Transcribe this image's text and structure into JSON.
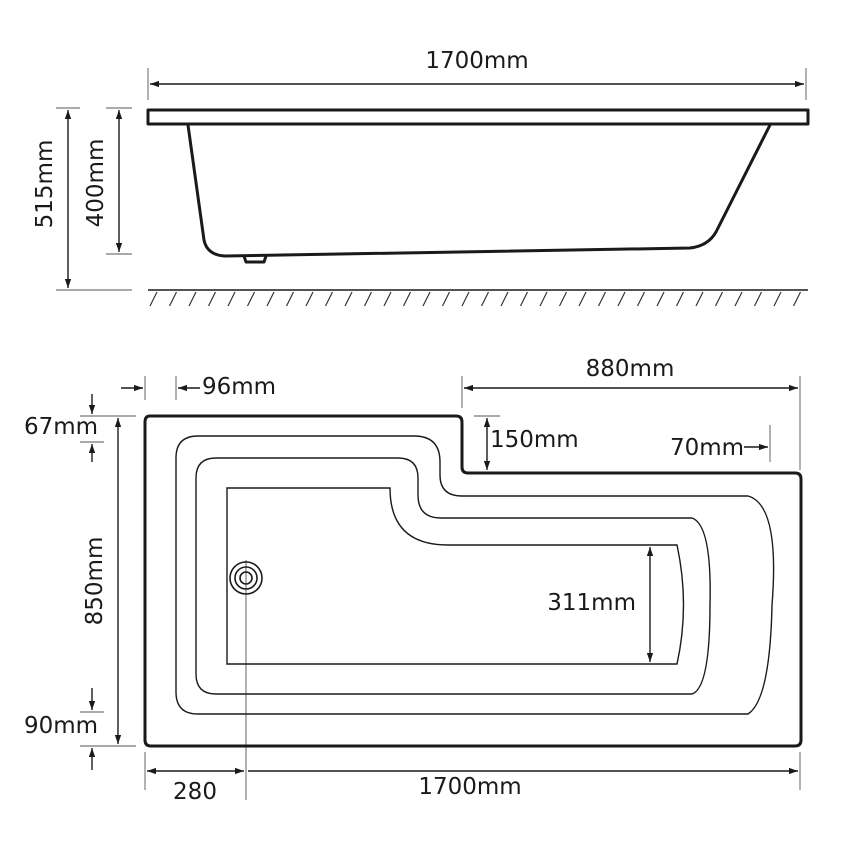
{
  "side_view": {
    "length": "1700mm",
    "total_height": "515mm",
    "bath_depth": "400mm"
  },
  "plan_view": {
    "rim_width": "96mm",
    "shower_section_length": "880mm",
    "step_depth": "150mm",
    "end_rim": "70mm",
    "top_rim": "67mm",
    "overall_width": "850mm",
    "bottom_rim": "90mm",
    "inner_width": "311mm",
    "waste_offset": "280",
    "length": "1700mm"
  }
}
